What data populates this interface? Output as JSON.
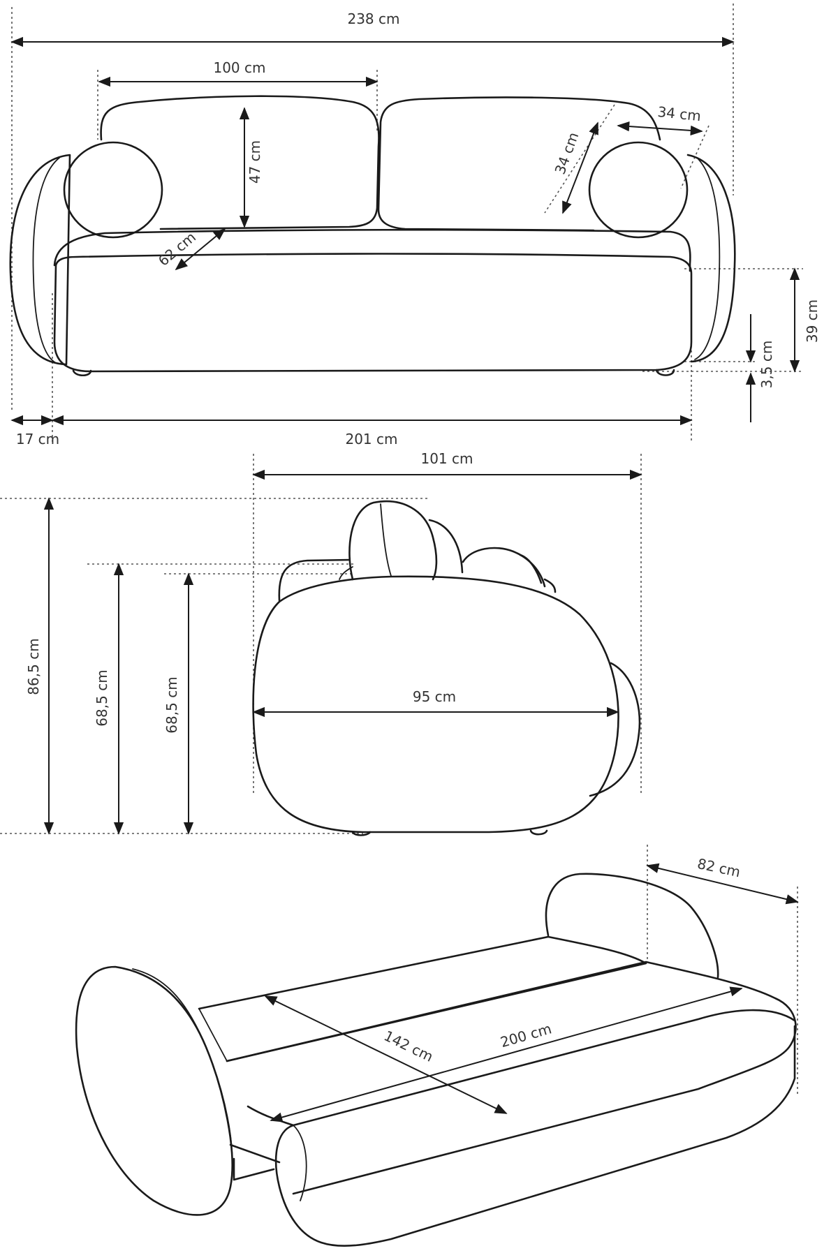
{
  "front_view": {
    "labels": {
      "total_width": "238 cm",
      "back_cushion_width": "100 cm",
      "back_cushion_height": "47 cm",
      "pillow_width": "34 cm",
      "pillow_height": "34 cm",
      "seat_depth": "62 cm",
      "seat_height": "39 cm",
      "leg_height": "3,5 cm",
      "arm_width": "17 cm",
      "inner_width": "201 cm"
    }
  },
  "side_view": {
    "labels": {
      "depth": "101 cm",
      "total_height": "86,5 cm",
      "arm_height_a": "68,5 cm",
      "arm_height_b": "68,5 cm",
      "arm_depth": "95 cm"
    }
  },
  "bed_view": {
    "labels": {
      "bed_depth": "82 cm",
      "sleep_width": "142 cm",
      "sleep_length": "200 cm"
    }
  }
}
